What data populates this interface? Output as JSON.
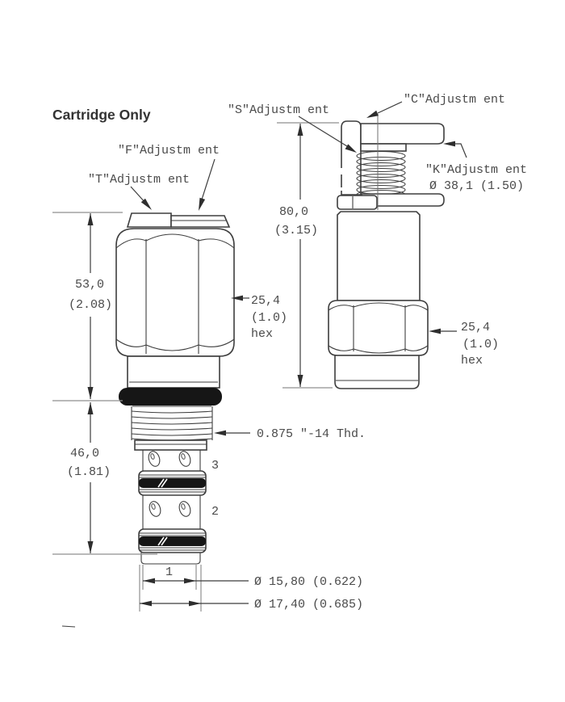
{
  "title": "Cartridge Only",
  "front_view": {
    "t_adjustment": "\"T\"Adjustm ent",
    "f_adjustment": "\"F\"Adjustm ent",
    "height_mm": "53,0",
    "height_in": "(2.08)",
    "lower_height_mm": "46,0",
    "lower_height_in": "(1.81)",
    "hex_mm": "25,4",
    "hex_in": "(1.0)",
    "hex_word": "hex",
    "thread_spec": "0.875 \"-14 Thd.",
    "port_3": "3",
    "port_2": "2",
    "port_1": "1",
    "pilot_diameter": "Ø 15,80 (0.622)",
    "nose_diameter": "Ø 17,40 (0.685)"
  },
  "side_view": {
    "s_adjustment": "\"S\"Adjustm ent",
    "c_adjustment": "\"C\"Adjustm ent",
    "k_adjustment": "\"K\"Adjustm ent",
    "knob_diameter": "Ø 38,1 (1.50)",
    "height_mm": "80,0",
    "height_in": "(3.15)",
    "hex_mm": "25,4",
    "hex_in": "(1.0)",
    "hex_word": "hex"
  },
  "colors": {
    "line": "#3e3e3e",
    "extension_line": "#8f8f8f",
    "seal": "#161616",
    "text": "#4a4a4a",
    "background": "#ffffff"
  }
}
